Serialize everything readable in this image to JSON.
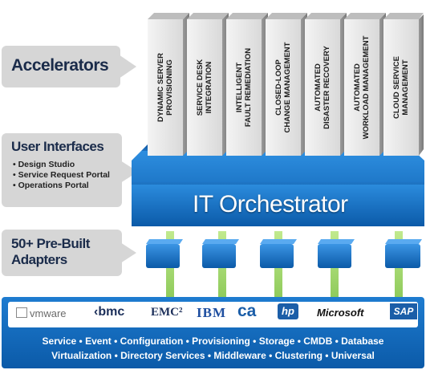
{
  "callouts": {
    "accelerators": {
      "title": "Accelerators"
    },
    "user_interfaces": {
      "title": "User Interfaces",
      "bullets": [
        "• Design Studio",
        "• Service Request Portal",
        "• Operations Portal"
      ]
    },
    "adapters": {
      "title": "50+ Pre-Built Adapters"
    }
  },
  "accelerators": [
    {
      "line1": "DYNAMIC SERVER",
      "line2": "PROVISIONING"
    },
    {
      "line1": "SERVICE DESK",
      "line2": "INTEGRATION"
    },
    {
      "line1": "INTELLIGENT",
      "line2": "FAULT REMEDIATION"
    },
    {
      "line1": "CLOSED-LOOP",
      "line2": "CHANGE MANAGEMENT"
    },
    {
      "line1": "AUTOMATED",
      "line2": "DISASTER RECOVERY"
    },
    {
      "line1": "AUTOMATED",
      "line2": "WORKLOAD MANAGEMENT"
    },
    {
      "line1": "CLOUD SERVICE",
      "line2": "MANAGEMENT"
    }
  ],
  "orchestrator": {
    "title": "IT Orchestrator"
  },
  "vendors": {
    "vmware": "vmware",
    "bmc": "bmc",
    "emc": "EMC²",
    "ibm": "IBM",
    "ca": "ca",
    "hp": "hp",
    "microsoft": "Microsoft",
    "sap": "SAP"
  },
  "services": {
    "line1": "Service • Event • Configuration • Provisioning • Storage • CMDB • Database",
    "line2": "Virtualization • Directory Services • Middleware • Clustering • Universal"
  },
  "colors": {
    "blue_dark": "#0b4f9c",
    "blue_mid": "#1d78c8",
    "blue_light": "#4ea3e6",
    "green_connector": "#8fd14f",
    "callout_gray": "#d6d6d6"
  }
}
